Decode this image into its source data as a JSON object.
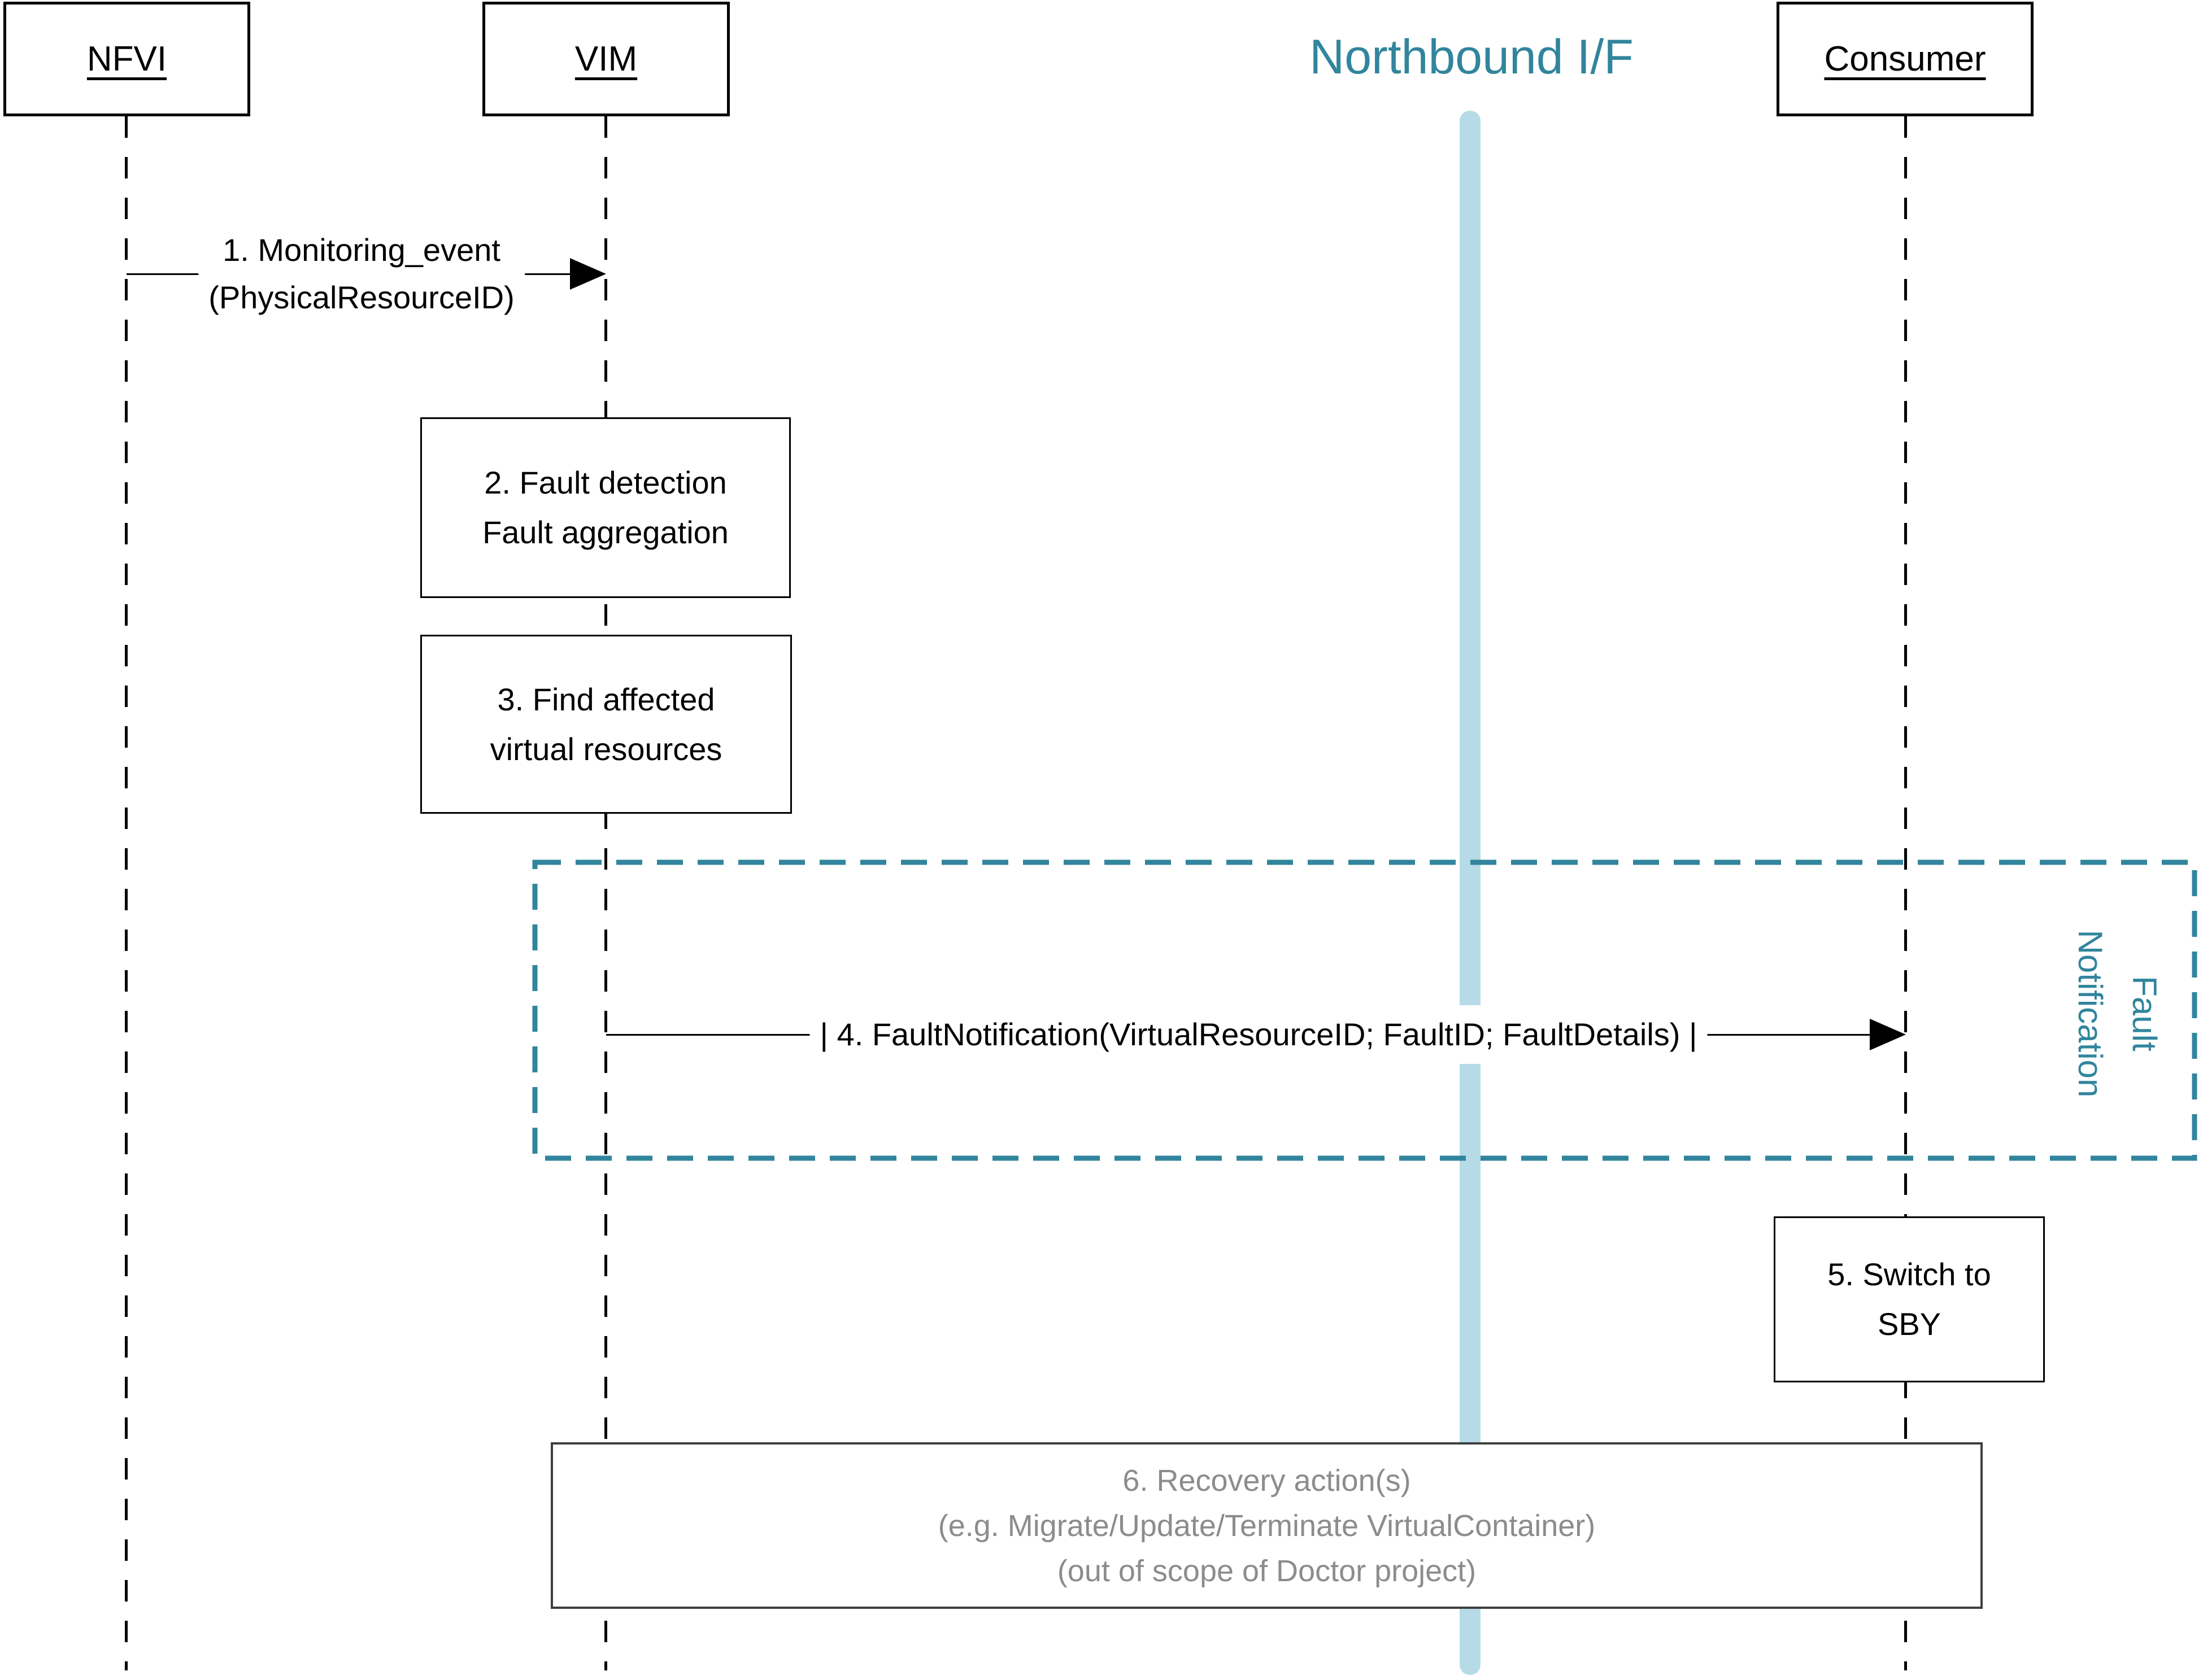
{
  "colors": {
    "teal": "#31859C",
    "light_blue": "#B6DBE7",
    "gray_text": "#8C8C8C",
    "ink": "#000000"
  },
  "northbound": {
    "title": "Northbound I/F"
  },
  "actors": [
    {
      "label": "NFVI"
    },
    {
      "label": "VIM"
    },
    {
      "label": "Consumer"
    }
  ],
  "messages": {
    "msg1": {
      "line1": "1. Monitoring_event",
      "line2": "(PhysicalResourceID)",
      "from": "NFVI",
      "to": "VIM"
    },
    "msg4": {
      "label": "| 4. FaultNotification(VirtualResourceID; FaultID; FaultDetails) |",
      "from": "VIM",
      "to": "Consumer"
    }
  },
  "activities": {
    "fault_detection": {
      "line1": "2. Fault detection",
      "line2": "Fault aggregation"
    },
    "find_affected": {
      "line1": "3. Find affected",
      "line2": "virtual resources"
    },
    "switch_sby": {
      "line1": "5. Switch to",
      "line2": "SBY"
    },
    "recovery": {
      "line1": "6. Recovery action(s)",
      "line2": "(e.g. Migrate/Update/Terminate VirtualContainer)",
      "line3": "(out of scope of Doctor project)"
    }
  },
  "frame": {
    "line1": "Fault",
    "line2": "Notification"
  }
}
